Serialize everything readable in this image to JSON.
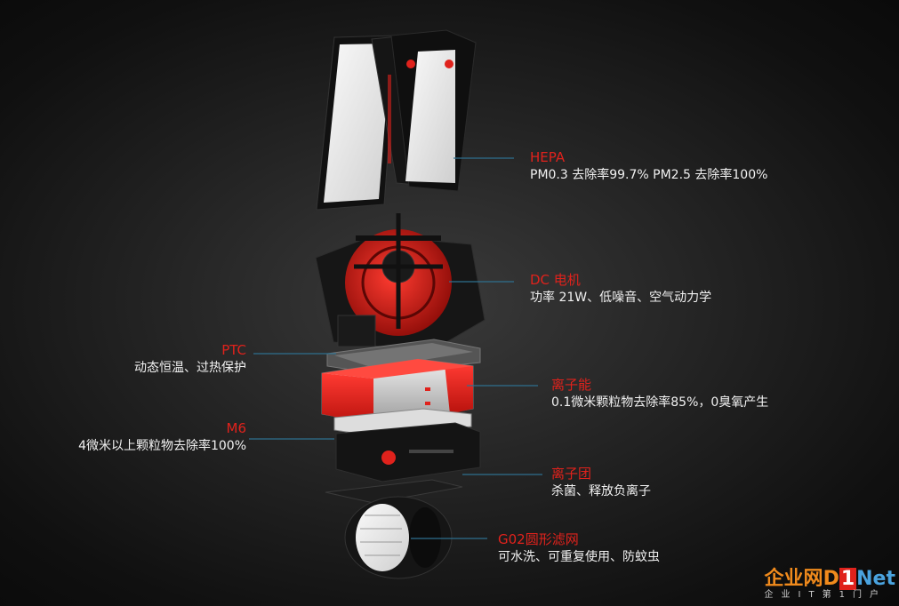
{
  "labels": {
    "hepa": {
      "title": "HEPA",
      "desc": "PM0.3   去除率99.7% PM2.5  去除率100%"
    },
    "dc": {
      "title": "DC 电机",
      "desc": "功率 21W、低噪音、空气动力学"
    },
    "ptc": {
      "title": "PTC",
      "desc": "动态恒温、过热保护"
    },
    "ion": {
      "title": "离子能",
      "desc": "0.1微米颗粒物去除率85%，0臭氧产生"
    },
    "m6": {
      "title": "M6",
      "desc": "4微米以上颗粒物去除率100%"
    },
    "cluster": {
      "title": "离子团",
      "desc": "杀菌、释放负离子"
    },
    "g02": {
      "title": "G02圆形滤网",
      "desc": "可水洗、可重复使用、防蚊虫"
    }
  },
  "watermark": {
    "cn": "企业网",
    "d": "D",
    "one": "1",
    "net": "Net",
    "sub": "企业IT第1门户"
  },
  "colors": {
    "accent_red": "#e0221c",
    "leader_blue": "#2e6f8e",
    "background": "#1a1a1a"
  }
}
